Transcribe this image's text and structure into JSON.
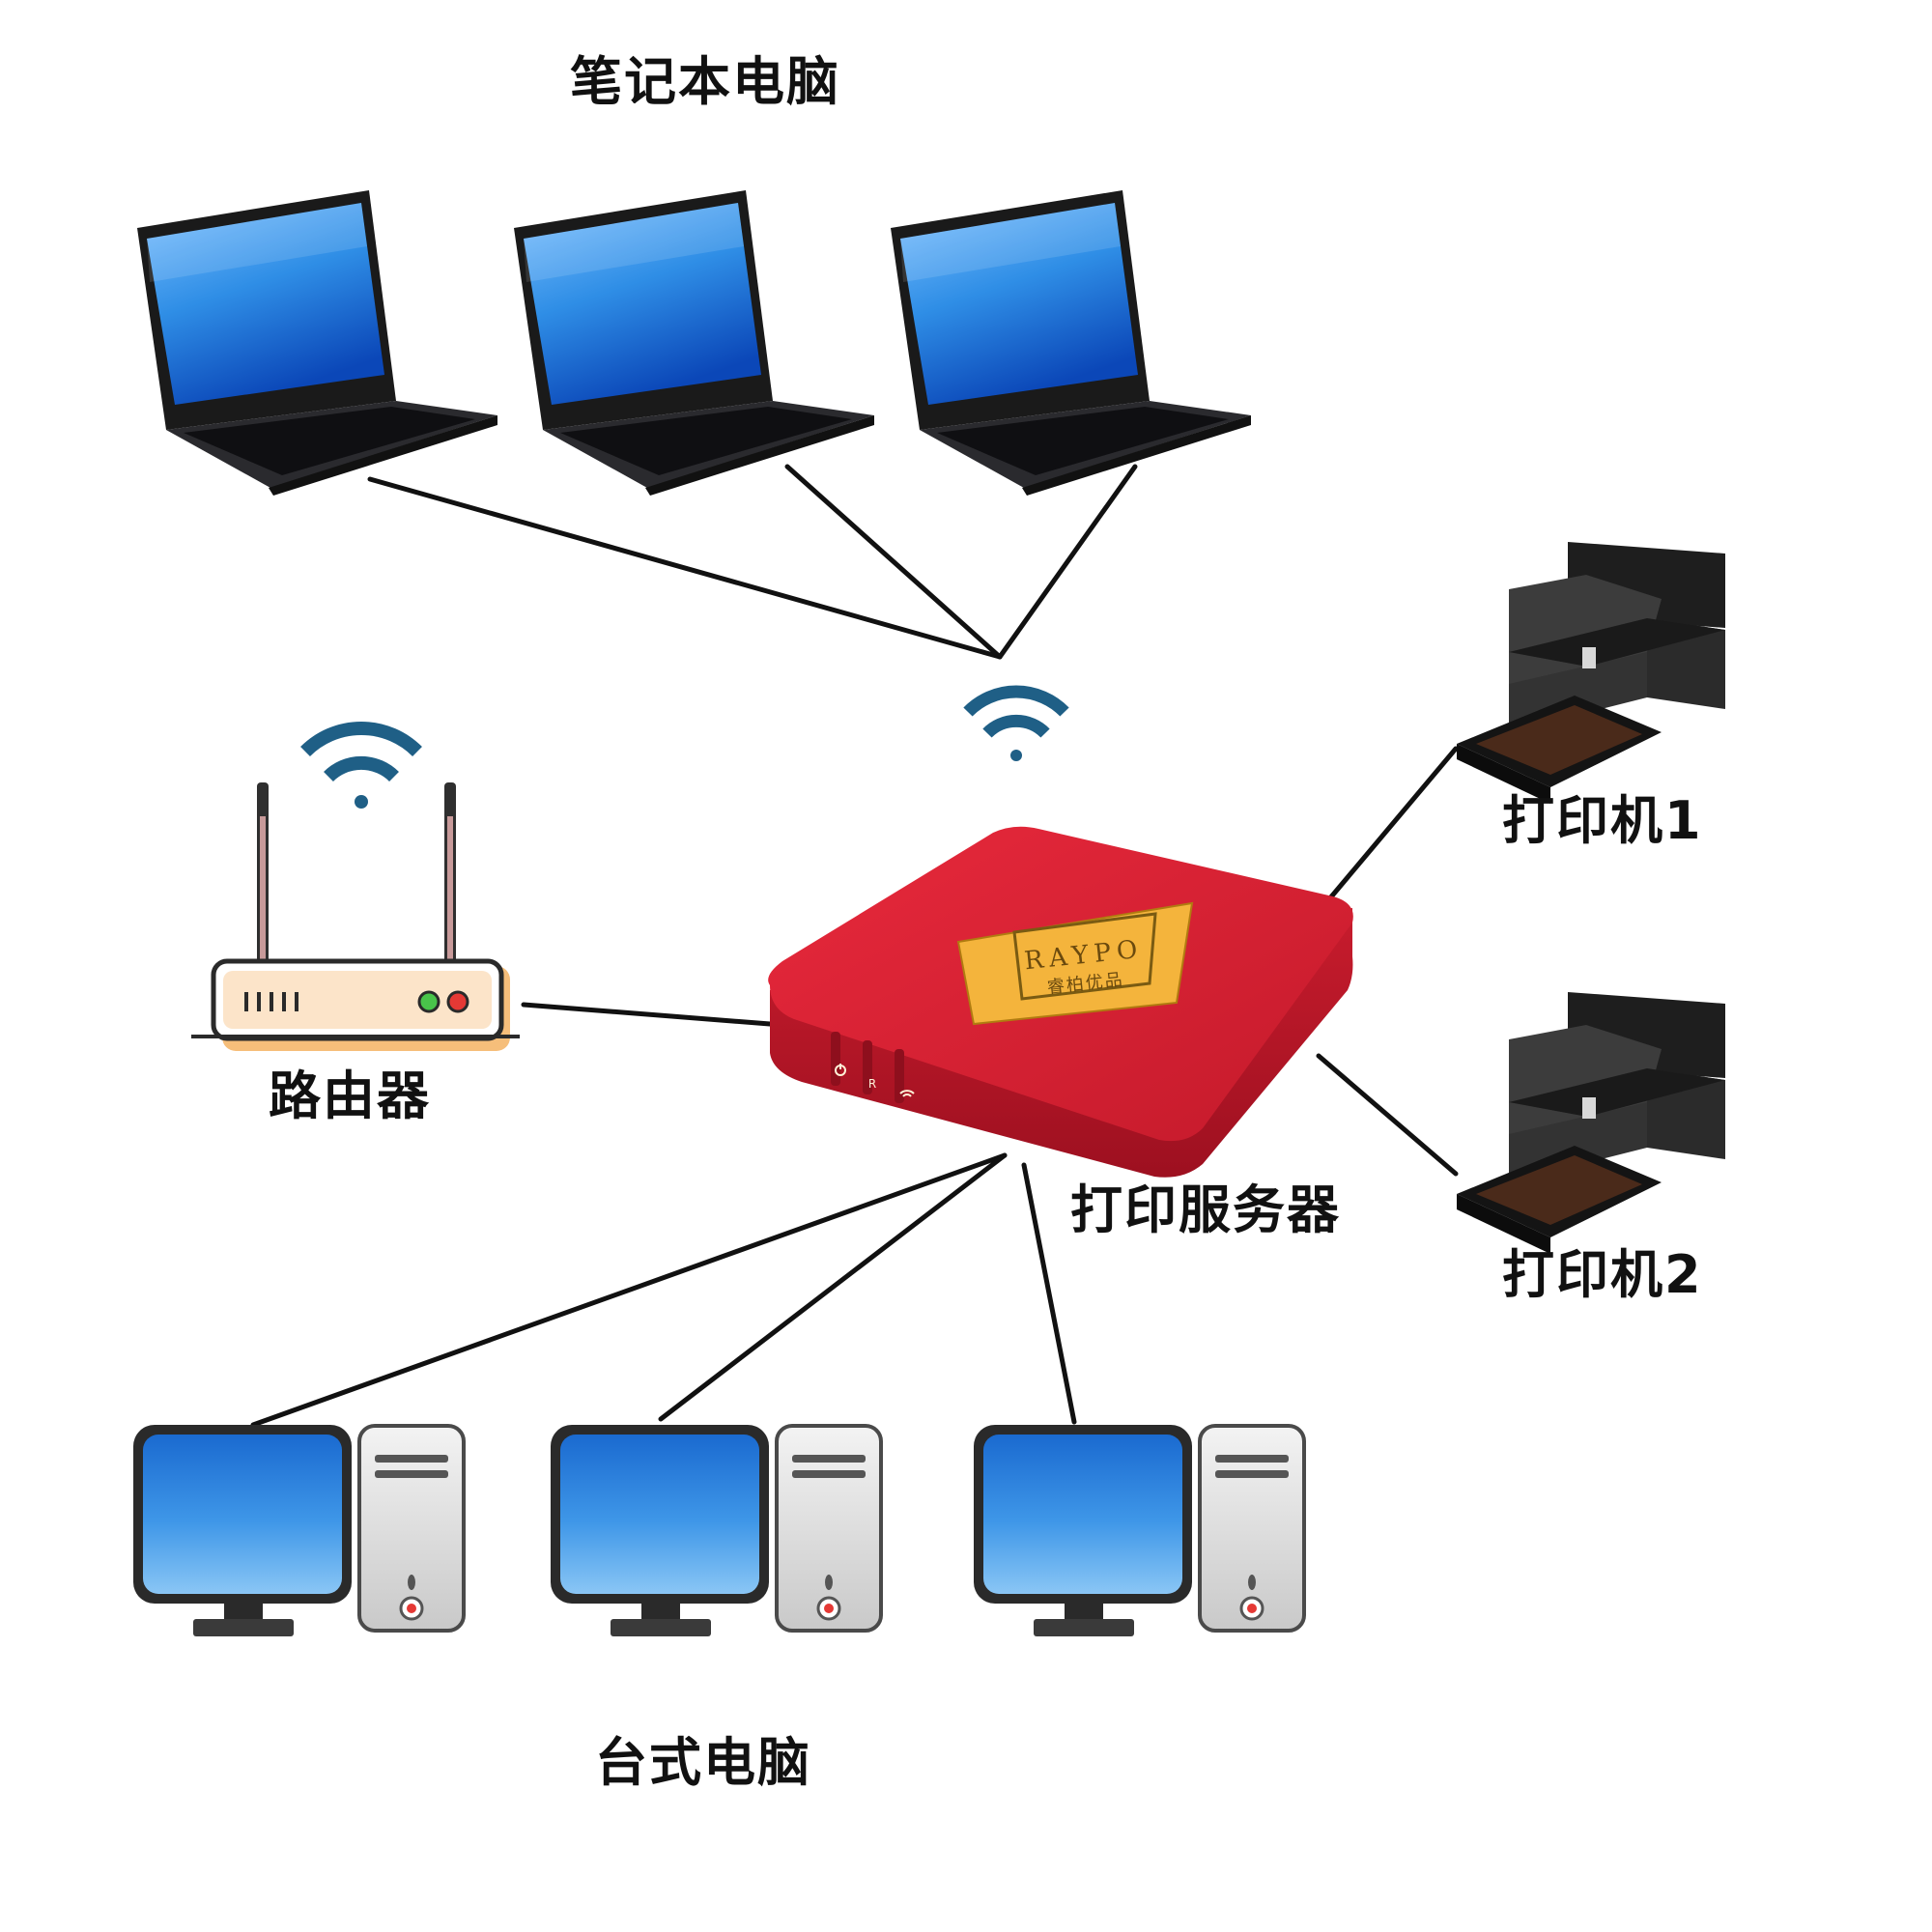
{
  "labels": {
    "laptops": "笔记本电脑",
    "router": "路由器",
    "print_server": "打印服务器",
    "printer1": "打印机1",
    "printer2": "打印机2",
    "desktops": "台式电脑"
  },
  "device_badge": {
    "brand": "RAYPO",
    "brand_cn": "睿柏优品",
    "led_reset": "R"
  },
  "icons": {
    "wifi": "wifi-icon",
    "router": "router-icon",
    "laptop": "laptop-icon",
    "desktop": "desktop-computer-icon",
    "printer": "receipt-printer-icon",
    "print_server": "print-server-box-icon",
    "power": "power-icon"
  },
  "colors": {
    "line": "#111111",
    "wifi": "#1f5f86",
    "router_body": "#f5b363",
    "server_red": "#d01f30",
    "badge_gold": "#f4b43c",
    "screen_blue": "#2f8ee6",
    "printer_dark": "#2b2b2b"
  }
}
